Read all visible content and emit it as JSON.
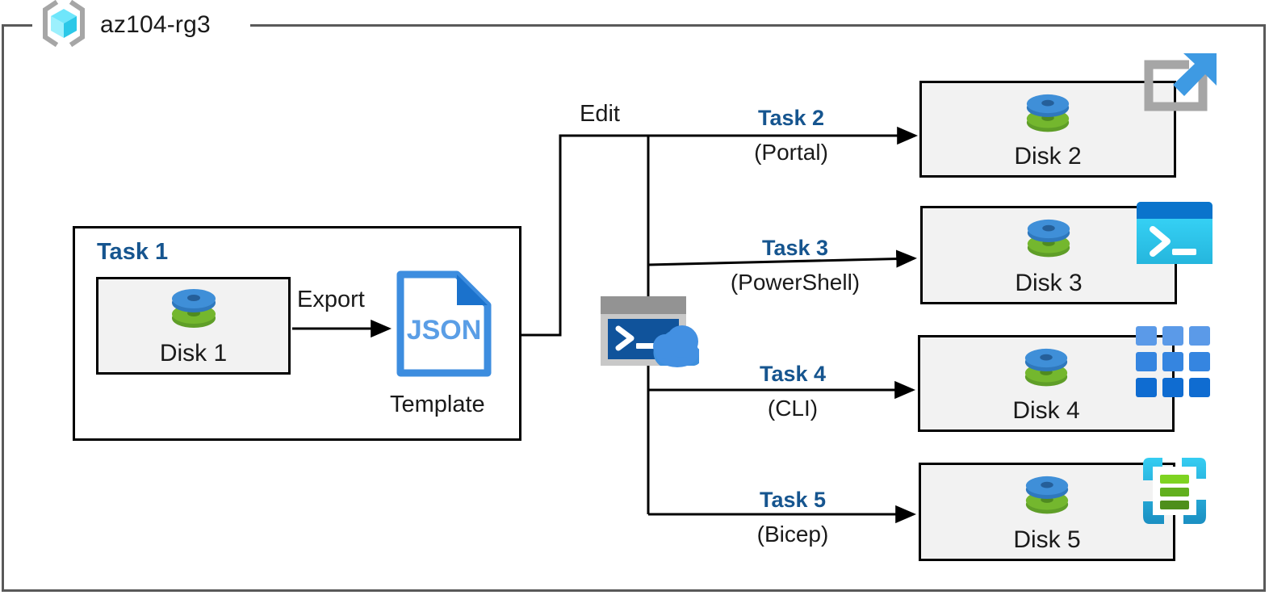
{
  "resource_group": {
    "name": "az104-rg3",
    "icon": "resource-group-cube-icon"
  },
  "task1": {
    "heading": "Task 1",
    "disk": {
      "label": "Disk 1",
      "icon": "disk-icon"
    },
    "export_label": "Export",
    "template": {
      "label": "Template",
      "file_type": "JSON",
      "icon": "json-document-icon"
    }
  },
  "edit_label": "Edit",
  "cloud_shell": {
    "icon": "cloud-shell-icon",
    "prompt": ">_"
  },
  "branches": [
    {
      "task": "Task 2",
      "method": "(Portal)",
      "disk_label": "Disk 2",
      "tool_icon": "azure-portal-icon"
    },
    {
      "task": "Task 3",
      "method": "(PowerShell)",
      "disk_label": "Disk 3",
      "tool_icon": "powershell-icon"
    },
    {
      "task": "Task 4",
      "method": "(CLI)",
      "disk_label": "Disk 4",
      "tool_icon": "azure-cli-icon"
    },
    {
      "task": "Task 5",
      "method": "(Bicep)",
      "disk_label": "Disk 5",
      "tool_icon": "bicep-icon"
    }
  ],
  "colors": {
    "frame_gray": "#595959",
    "task_blue": "#16558f",
    "box_fill": "#f2f2f2",
    "disk_blue": "#3f8fd8",
    "disk_green": "#74b72e",
    "json_blue": "#3d8ddf",
    "powershell_cyan": "#31c6ef",
    "powershell_titlebar": "#0a74cc",
    "cli_blue": "#2f80d8",
    "bicep_cyan": "#2ec6ef",
    "bicep_green": "#76c12b",
    "cloud_blue": "#3e8fdd",
    "terminal_navy": "#10539b"
  }
}
